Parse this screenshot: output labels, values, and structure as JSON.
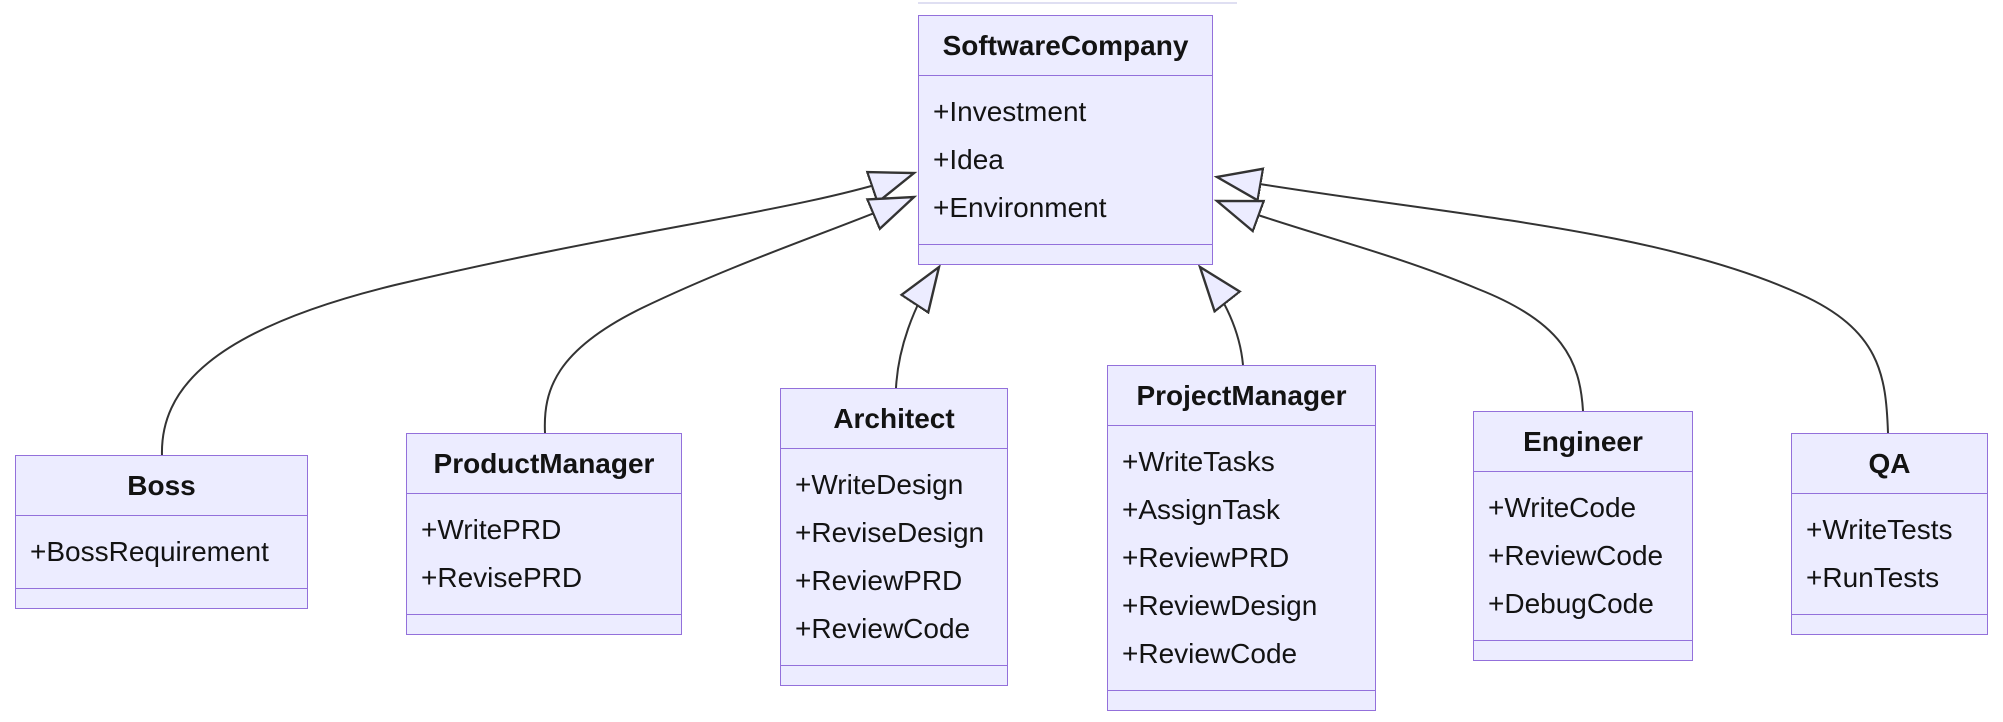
{
  "diagram": {
    "kind": "uml-class-diagram",
    "classes": [
      {
        "name": "SoftwareCompany",
        "attributes": [
          "+Investment",
          "+Idea",
          "+Environment"
        ],
        "methods": []
      },
      {
        "name": "Boss",
        "attributes": [
          "+BossRequirement"
        ],
        "methods": []
      },
      {
        "name": "ProductManager",
        "attributes": [
          "+WritePRD",
          "+RevisePRD"
        ],
        "methods": []
      },
      {
        "name": "Architect",
        "attributes": [
          "+WriteDesign",
          "+ReviseDesign",
          "+ReviewPRD",
          "+ReviewCode"
        ],
        "methods": []
      },
      {
        "name": "ProjectManager",
        "attributes": [
          "+WriteTasks",
          "+AssignTask",
          "+ReviewPRD",
          "+ReviewDesign",
          "+ReviewCode"
        ],
        "methods": []
      },
      {
        "name": "Engineer",
        "attributes": [
          "+WriteCode",
          "+ReviewCode",
          "+DebugCode"
        ],
        "methods": []
      },
      {
        "name": "QA",
        "attributes": [
          "+WriteTests",
          "+RunTests"
        ],
        "methods": []
      }
    ],
    "relations": [
      {
        "from": "Boss",
        "to": "SoftwareCompany",
        "type": "inheritance"
      },
      {
        "from": "ProductManager",
        "to": "SoftwareCompany",
        "type": "inheritance"
      },
      {
        "from": "Architect",
        "to": "SoftwareCompany",
        "type": "inheritance"
      },
      {
        "from": "ProjectManager",
        "to": "SoftwareCompany",
        "type": "inheritance"
      },
      {
        "from": "Engineer",
        "to": "SoftwareCompany",
        "type": "inheritance"
      },
      {
        "from": "QA",
        "to": "SoftwareCompany",
        "type": "inheritance"
      }
    ],
    "colors": {
      "node_fill": "#ECECFF",
      "node_border": "#9370DB",
      "edge_line": "#333333",
      "text": "#131313"
    }
  }
}
